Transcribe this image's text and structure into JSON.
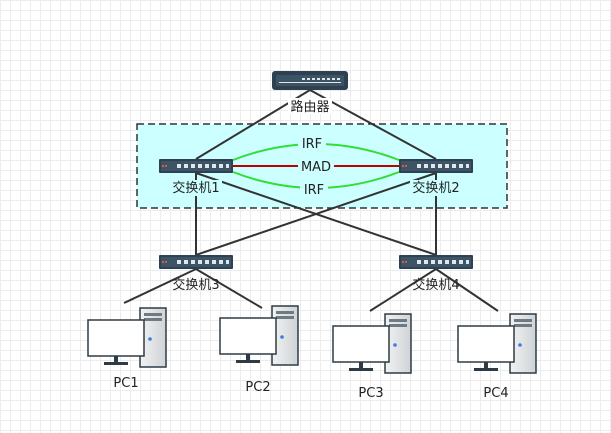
{
  "router": {
    "label": "路由器"
  },
  "irf_group": {
    "links": [
      {
        "label": "IRF",
        "color": "#33dd33"
      },
      {
        "label": "MAD",
        "color": "#c00000"
      },
      {
        "label": "IRF",
        "color": "#33dd33"
      }
    ],
    "fill_color": "#ccffff"
  },
  "switches": [
    {
      "label": "交换机1"
    },
    {
      "label": "交换机2"
    },
    {
      "label": "交换机3"
    },
    {
      "label": "交换机4"
    }
  ],
  "pcs": [
    {
      "label": "PC1"
    },
    {
      "label": "PC2"
    },
    {
      "label": "PC3"
    },
    {
      "label": "PC4"
    }
  ]
}
